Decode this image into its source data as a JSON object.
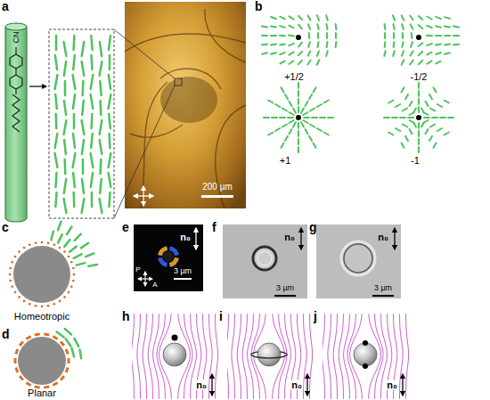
{
  "diagram": {
    "labels": [
      "a",
      "b",
      "CN",
      "200 µm",
      "+1/2",
      "-1/2",
      "+1",
      "-1",
      "c",
      "Homeotropic",
      "d",
      "Planar",
      "e",
      "P",
      "A",
      "n₀",
      "3 µm",
      "f",
      "n₀",
      "3 µm",
      "g",
      "n₀",
      "3 µm",
      "h",
      "n₀",
      "i",
      "n₀",
      "j",
      "n₀"
    ]
  }
}
